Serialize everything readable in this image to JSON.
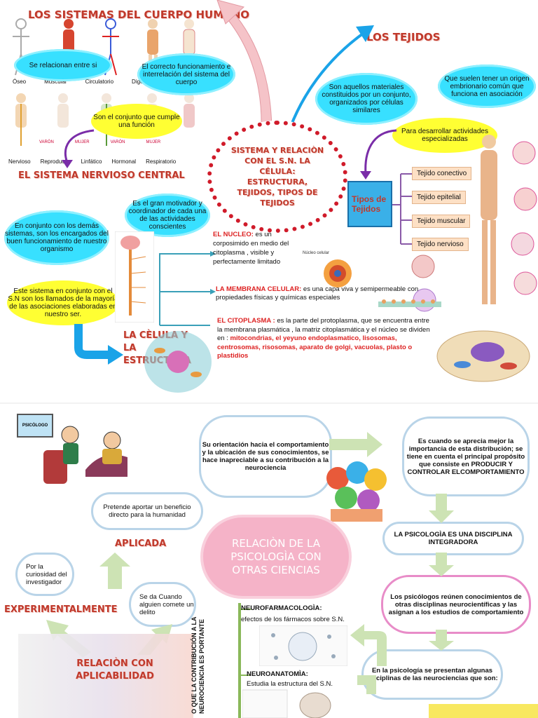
{
  "top": {
    "title_systems": "LOS SISTEMAS DEL CUERPO HUMANO",
    "title_tissues": "LOS TEJIDOS",
    "title_nervous": "EL SISTEMA NERVIOSO CENTRAL",
    "center_label": "SISTEMA Y RELACIÒN CON EL S.N. LA CÉLULA: ESTRUCTURA, TEJIDOS, TIPOS DE TEJIDOS",
    "systems_row1": [
      "Óseo",
      "Muscular",
      "Circulatorio",
      "Digestivo"
    ],
    "systems_row2": [
      "Nervioso",
      "Reproductor",
      "Linfático",
      "Hormonal",
      "Respiratorio"
    ],
    "gender_labels": [
      "VARÒN",
      "MUJER",
      "VARÒN",
      "MUJER"
    ],
    "bubble_related": "Se relacionan entre si",
    "bubble_function": "El correcto funcionamiento e interrelación del sistema del cuerpo",
    "bubble_conjunto": "Son el conjunto que cumple una función",
    "tissue_def": "Son aquellos materiales constituidos por un conjunto, organizados por células similares",
    "tissue_origin": "Que suelen tener un origen embrionario común que funciona en asociación",
    "tissue_activities": "Para desarrollar actividades especializadas",
    "tissue_types_label": "Tipos de Tejidos",
    "tissue_types": [
      "Tejido conectivo",
      "Tejido epitelial",
      "Tejido muscular",
      "Tejido nervioso"
    ],
    "snc_bubble1": "Es el gran motivador y coordinador de cada una de las actividades conscientes",
    "snc_bubble2": "En conjunto con los demás sistemas, son los encargados del buen funcionamiento de nuestro organismo",
    "snc_bubble3": "Este sistema en conjunto con el S.N son los llamados de la mayoría de las asociaciones elaboradas en nuestro ser.",
    "cell_title": "LA CÈLULA Y LA ESTRUCTURA",
    "nucleus_label": "EL NUCLEO:",
    "nucleus_text": " es un corposimido en medio del citoplasma , visible y perfectamente limitado",
    "nucleus_caption": "Núcleo celular",
    "membrane_label": "LA MEMBRANA CELULAR:",
    "membrane_text": " es una capa viva y semipermeable con propiedades físicas y químicas especiales",
    "cyto_label": "EL CITOPLASMA :",
    "cyto_text": " es la parte del protoplasma, que se encuentra entre la membrana plasmática , la matriz citoplasmática y el núcleo se dividen en : ",
    "cyto_parts": "mitocondrias, el yeyuno endoplasmatico, lisosomas, centrosomas, risosomas, aparato de golgi, vacuolas, plasto o plastidios"
  },
  "bottom": {
    "sign": "PSICÒLOGO",
    "center": "RELACIÒN DE LA PSICOLOGÌA CON OTRAS CIENCIAS",
    "cloud_orient": "Su orientación hacia el comportamiento y la ubicación de sus conocimientos, se hace inapreciable a su contribución a la neurociencia",
    "cloud_aprecia": "Es cuando se aprecia mejor la importancia de esta distribución; se tiene en cuenta el principal propósito que consiste en PRODUCIR Y CONTROLAR ELCOMPORTAMIENTO",
    "cloud_integra": "LA PSICOLOGÌA ES UNA DISCIPLINA INTEGRADORA",
    "cloud_reunen": "Los psicólogos reúnen conocimientos de otras disciplinas neurocientíficas y las asignan a los estudios de comportamiento",
    "cloud_presentan": "En la psicología se presentan algunas disciplinas de las neurociencias que son:",
    "benefit": "Pretende aportar un beneficio directo para la humanidad",
    "aplicada": "APLICADA",
    "curiosidad": "Por la curiosidad del investigador",
    "experimental": "EXPERIMENTALMENTE",
    "delito": "Se da Cuando alguien comete un delito",
    "relacion": "RELACIÒN CON APLICABILIDAD",
    "neurofarm_title": "NEUROFARMACOLOGÌA:",
    "neurofarm_text": "efectos de los fármacos sobre S.N.",
    "neuroanat_title": "NEUROANATOMÌA:",
    "neuroanat_text": "Estudia la estructura del S.N.",
    "vertical": "O QUE LA CONTRIBUCIÓN A LA NEUROCIENCIA ES PORTANTE"
  },
  "colors": {
    "title_red": "#c0392b",
    "cyan": "#38e0ff",
    "yellow": "#ffff33",
    "tissue_box": "#fde0c5",
    "types_box": "#3ab0e8",
    "pink_cloud": "#f5b3c8",
    "green_arrow": "#cde3b4",
    "blue_arrow": "#1aa3e8"
  }
}
